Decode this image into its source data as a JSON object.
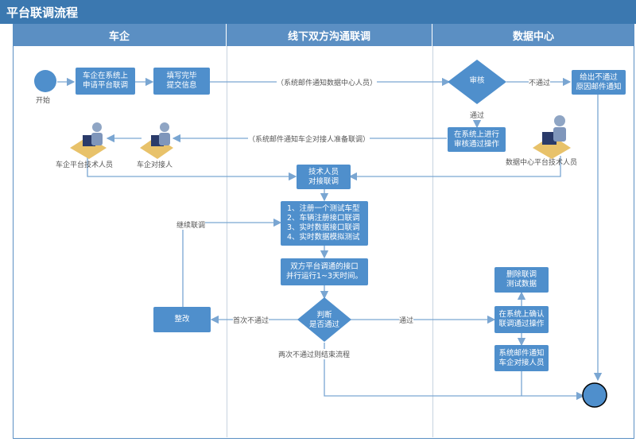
{
  "title": "平台联调流程",
  "lanes": [
    "车企",
    "线下双方沟通联调",
    "数据中心"
  ],
  "nodes": {
    "start": "开始",
    "apply": "车企在系统上\n申请平台联调",
    "fill": "填写完毕\n提交信息",
    "review": "审核",
    "reject_email": "给出不通过\n原因邮件通知",
    "approve_op": "在系统上进行\n审核通过操作",
    "tech_contact": "技术人员\n对接联调",
    "steps": "1、注册一个测试车型\n2、车辆注册接口联调\n3、实时数据接口联调\n4、实时数据模拟测试",
    "run": "双方平台调通的接口\n并行运行1~3天时间。",
    "judge": "判断\n是否通过",
    "rectify": "整改",
    "delete_test": "删除联调\n测试数据",
    "confirm_op": "在系统上确认\n联调通过操作",
    "notify_company": "系统邮件通知\n车企对接人员"
  },
  "people": {
    "company_tech": "车企平台技术人员",
    "company_contact": "车企对接人",
    "dc_tech": "数据中心平台技术人员"
  },
  "edge_labels": {
    "email_dc": "（系统邮件通知数据中心人员）",
    "email_company": "（系统邮件通知车企对接人准备联调）",
    "not_pass": "不通过",
    "pass": "通过",
    "continue": "继续联调",
    "first_fail": "首次不通过",
    "pass2": "通过",
    "two_fail": "两次不通过则结束流程"
  },
  "colors": {
    "header": "#3b78b0",
    "lane": "#5b8fc3",
    "node": "#4f8fcc",
    "line": "#7aa6d2"
  }
}
